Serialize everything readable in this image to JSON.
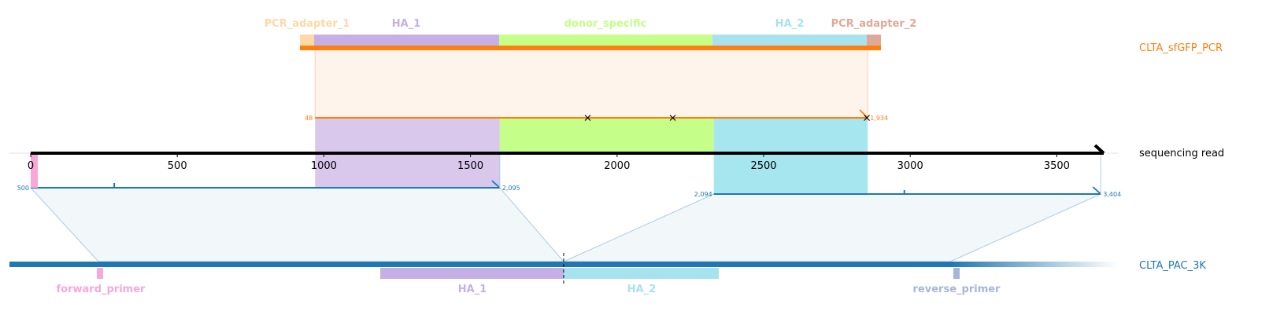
{
  "chart_data": {
    "type": "alignment-diagram",
    "read": {
      "name": "sequencing read",
      "length": 3660,
      "ticks": [
        0,
        500,
        1000,
        1500,
        2000,
        2500,
        3000,
        3500
      ]
    },
    "top_reference": {
      "name": "CLTA_sfGFP_PCR",
      "color": "#ff7f0e",
      "features": [
        {
          "name": "PCR_adapter_1",
          "color": "#fdd9a8"
        },
        {
          "name": "HA_1",
          "color": "#c5b0e6"
        },
        {
          "name": "donor_specific",
          "color": "#c5ff8a"
        },
        {
          "name": "HA_2",
          "color": "#a6e3ee"
        },
        {
          "name": "PCR_adapter_2",
          "color": "#e0a898"
        }
      ],
      "alignment": {
        "ref_start_label": "48",
        "ref_end_label": "1,934",
        "read_start": 970,
        "read_end": 2855
      }
    },
    "read_features": [
      {
        "name": "HA_1",
        "read_start": 970,
        "read_end": 1600,
        "color": "#d9c8ec"
      },
      {
        "name": "donor_specific",
        "read_start": 1600,
        "read_end": 2330,
        "color": "#c5ff8a"
      },
      {
        "name": "HA_2",
        "read_start": 2330,
        "read_end": 2855,
        "color": "#a6e6ee"
      }
    ],
    "bottom_reference": {
      "name": "CLTA_PAC_3K",
      "color": "#1f77b4",
      "alignments": [
        {
          "start_label": "500",
          "end_label": "2,095",
          "read_start": 0,
          "read_end": 1600
        },
        {
          "start_label": "2,094",
          "end_label": "3,404",
          "read_start": 2330,
          "read_end": 3650
        }
      ],
      "features": [
        {
          "name": "forward_primer",
          "color": "#f7a8d8"
        },
        {
          "name": "HA_1",
          "color": "#c5b0e6"
        },
        {
          "name": "HA_2",
          "color": "#a6e3ee"
        },
        {
          "name": "reverse_primer",
          "color": "#a7b6d8"
        }
      ]
    }
  }
}
